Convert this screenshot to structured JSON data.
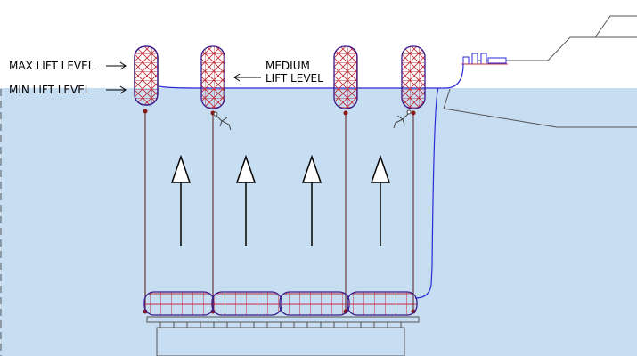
{
  "labels": {
    "max_lift": "MAX LIFT LEVEL",
    "min_lift": "MIN LIFT LEVEL",
    "medium_line1": "MEDIUM",
    "medium_line2": "LIFT LEVEL"
  },
  "colors": {
    "water": "#c7ddf2",
    "sky": "#ffffff",
    "hose": "#2a2ad6",
    "float_frame": "#c0303a",
    "float_outline": "#3a1a8a",
    "cable": "#6b3a3a",
    "ship_outline": "#555555"
  },
  "icons": {
    "arrow": "up-arrow-icon",
    "diver": "diver-icon"
  }
}
